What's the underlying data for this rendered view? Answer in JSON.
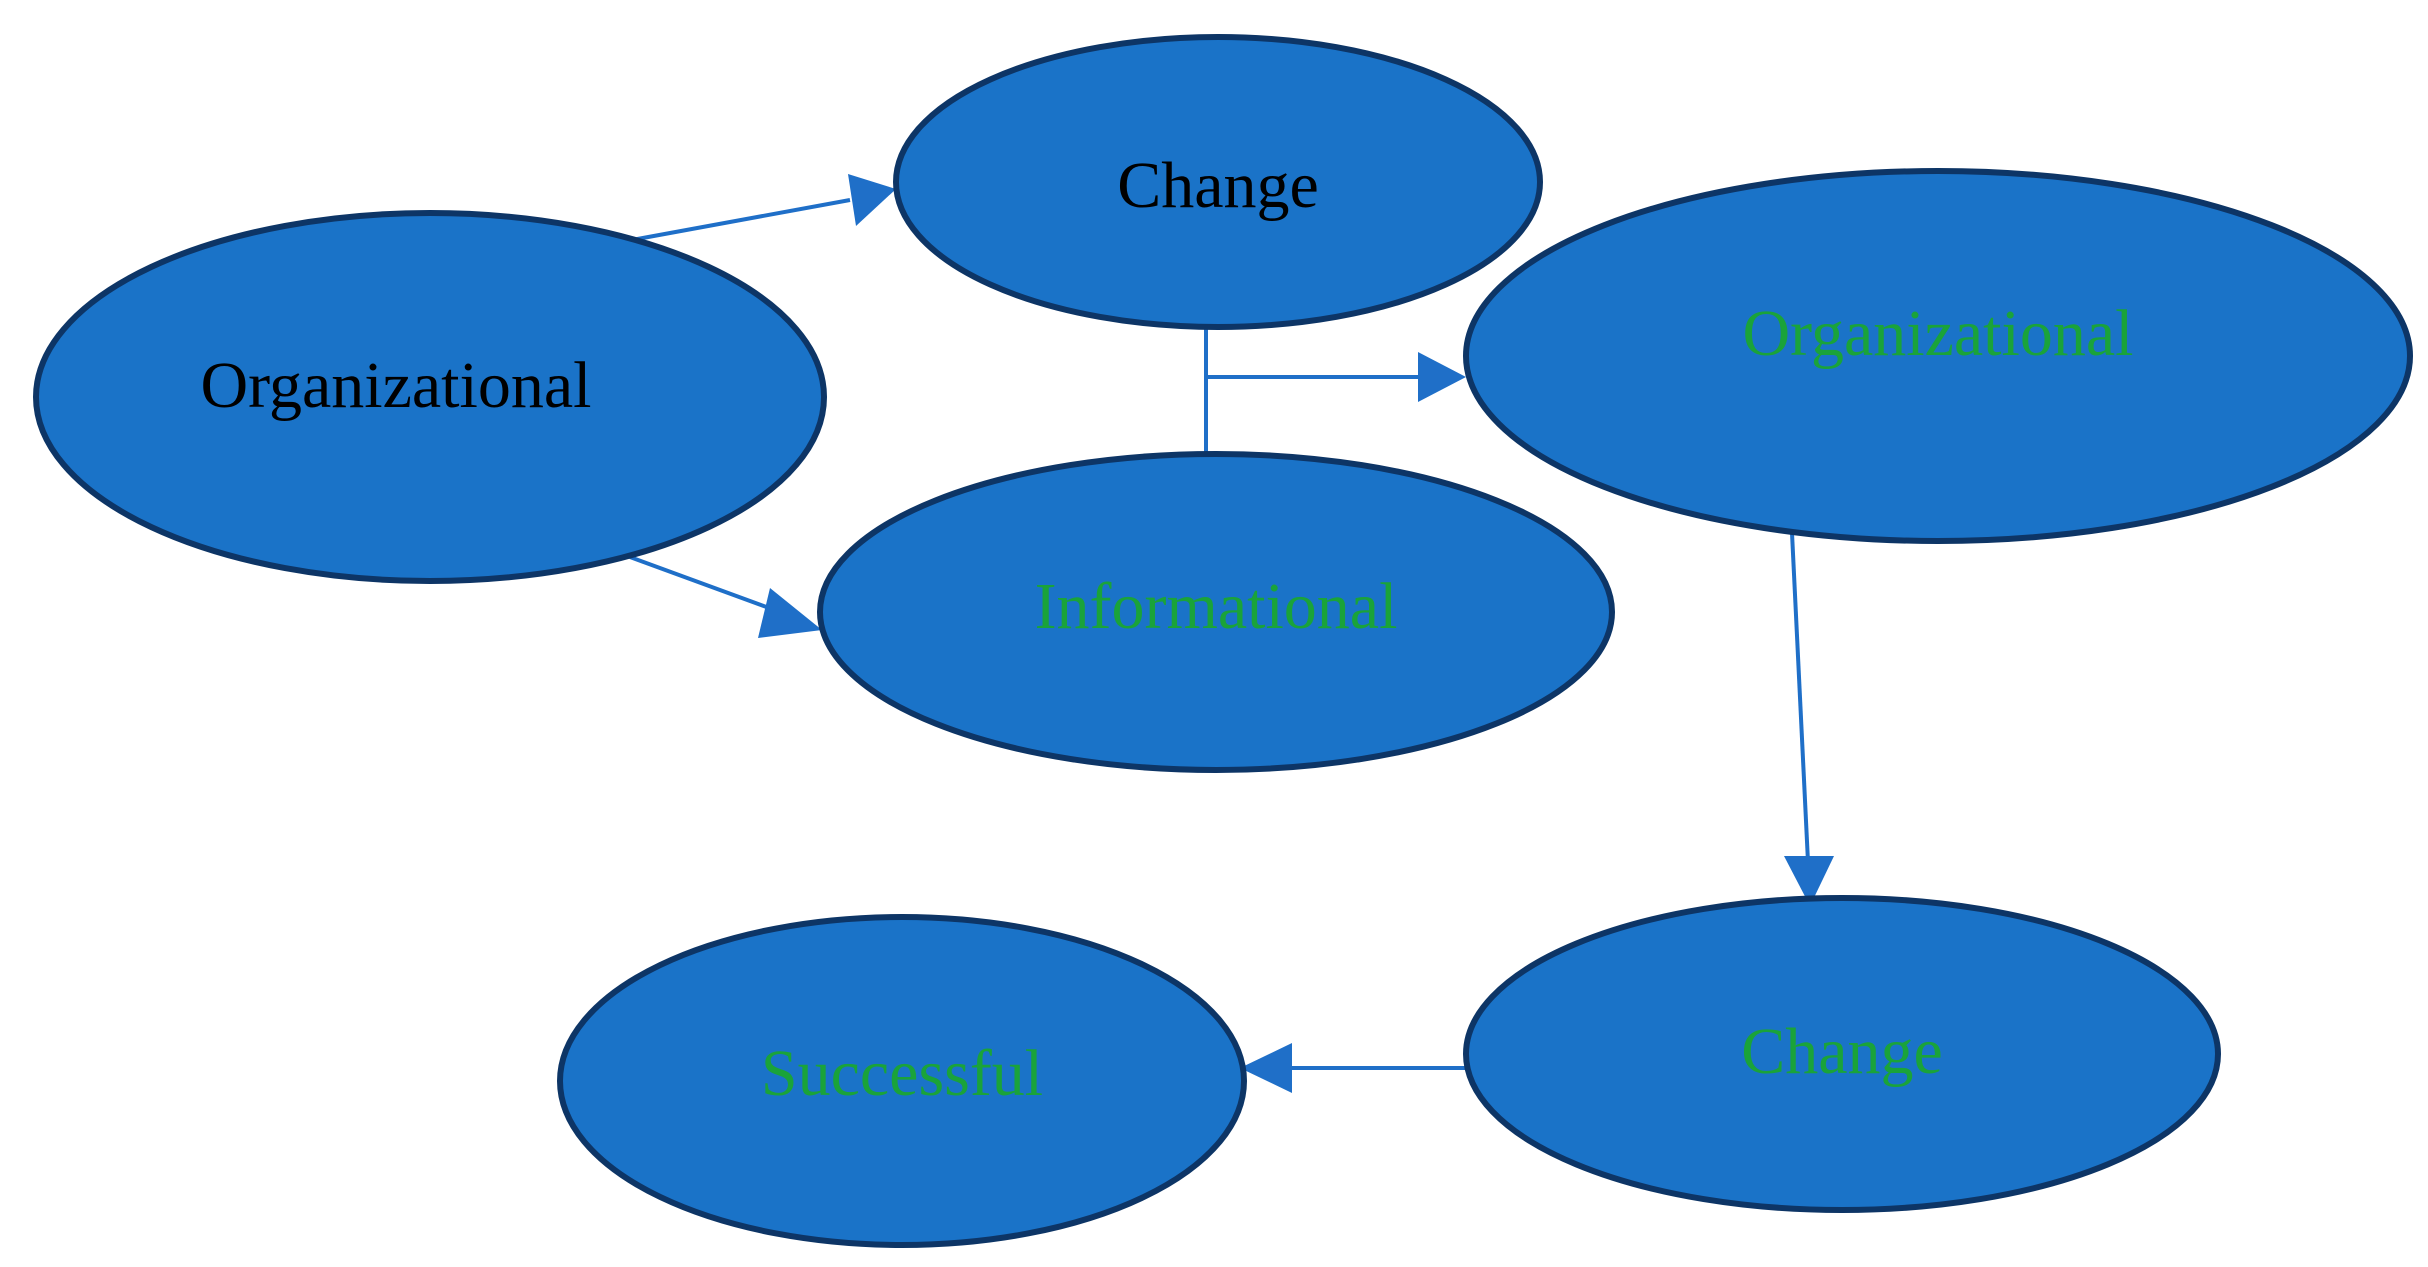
{
  "colors": {
    "node_fill": "#1a73c8",
    "node_stroke": "#0d3566",
    "connector": "#1f6fc8",
    "label_black": "#000000",
    "label_green": "#1aa33a"
  },
  "nodes": [
    {
      "id": "organizational-left",
      "label": "Organizational",
      "text_color": "black"
    },
    {
      "id": "change-top",
      "label": "Change",
      "text_color": "black"
    },
    {
      "id": "informational",
      "label": "Informational",
      "text_color": "green"
    },
    {
      "id": "organizational-right",
      "label": "Organizational",
      "text_color": "green"
    },
    {
      "id": "change-bottom",
      "label": "Change",
      "text_color": "green"
    },
    {
      "id": "successful",
      "label": "Successful",
      "text_color": "green"
    }
  ],
  "connectors": [
    {
      "from": "organizational-left",
      "to": "change-top"
    },
    {
      "from": "organizational-left",
      "to": "informational"
    },
    {
      "from": "change-top",
      "to": "organizational-right"
    },
    {
      "from": "informational",
      "to": "organizational-right"
    },
    {
      "from": "organizational-right",
      "to": "change-bottom"
    },
    {
      "from": "change-bottom",
      "to": "successful"
    }
  ]
}
